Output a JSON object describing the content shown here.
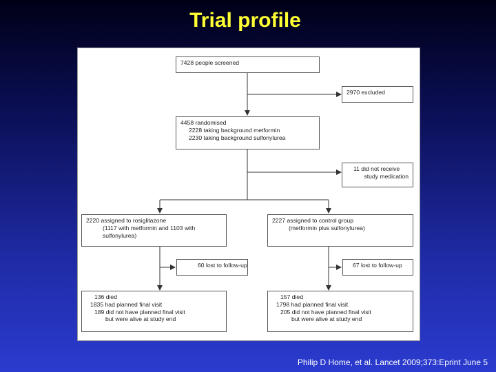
{
  "slide": {
    "title": "Trial profile",
    "citation": "Philip D Home, et al. Lancet 2009;373:Eprint June 5"
  },
  "flow": {
    "screened": {
      "lines": [
        "7428 people screened"
      ]
    },
    "excluded": {
      "lines": [
        "2970 excluded"
      ]
    },
    "randomised": {
      "lines": [
        "4458 randomised",
        "2228 taking background metformin",
        "2230 taking background sulfonylurea"
      ]
    },
    "no_medication": {
      "lines": [
        "11 did not receive",
        "study medication"
      ]
    },
    "rosiglitazone": {
      "lines": [
        "2220 assigned to rosiglitazone",
        "(1117 with metformin and 1103 with",
        "sulfonylurea)"
      ]
    },
    "control": {
      "lines": [
        "2227 assigned to control group",
        "(metformin plus sulfonylurea)"
      ]
    },
    "lost_rosi": {
      "lines": [
        "60 lost to follow-up"
      ]
    },
    "lost_control": {
      "lines": [
        "67 lost to follow-up"
      ]
    },
    "outcome_rosi": {
      "lines": [
        "136 died",
        "1835 had planned final visit",
        "189 did not have planned final visit",
        "but were alive at study end"
      ]
    },
    "outcome_control": {
      "lines": [
        "157 died",
        "1798 had planned final visit",
        "205 did not have planned final visit",
        "but were alive at study end"
      ]
    }
  }
}
